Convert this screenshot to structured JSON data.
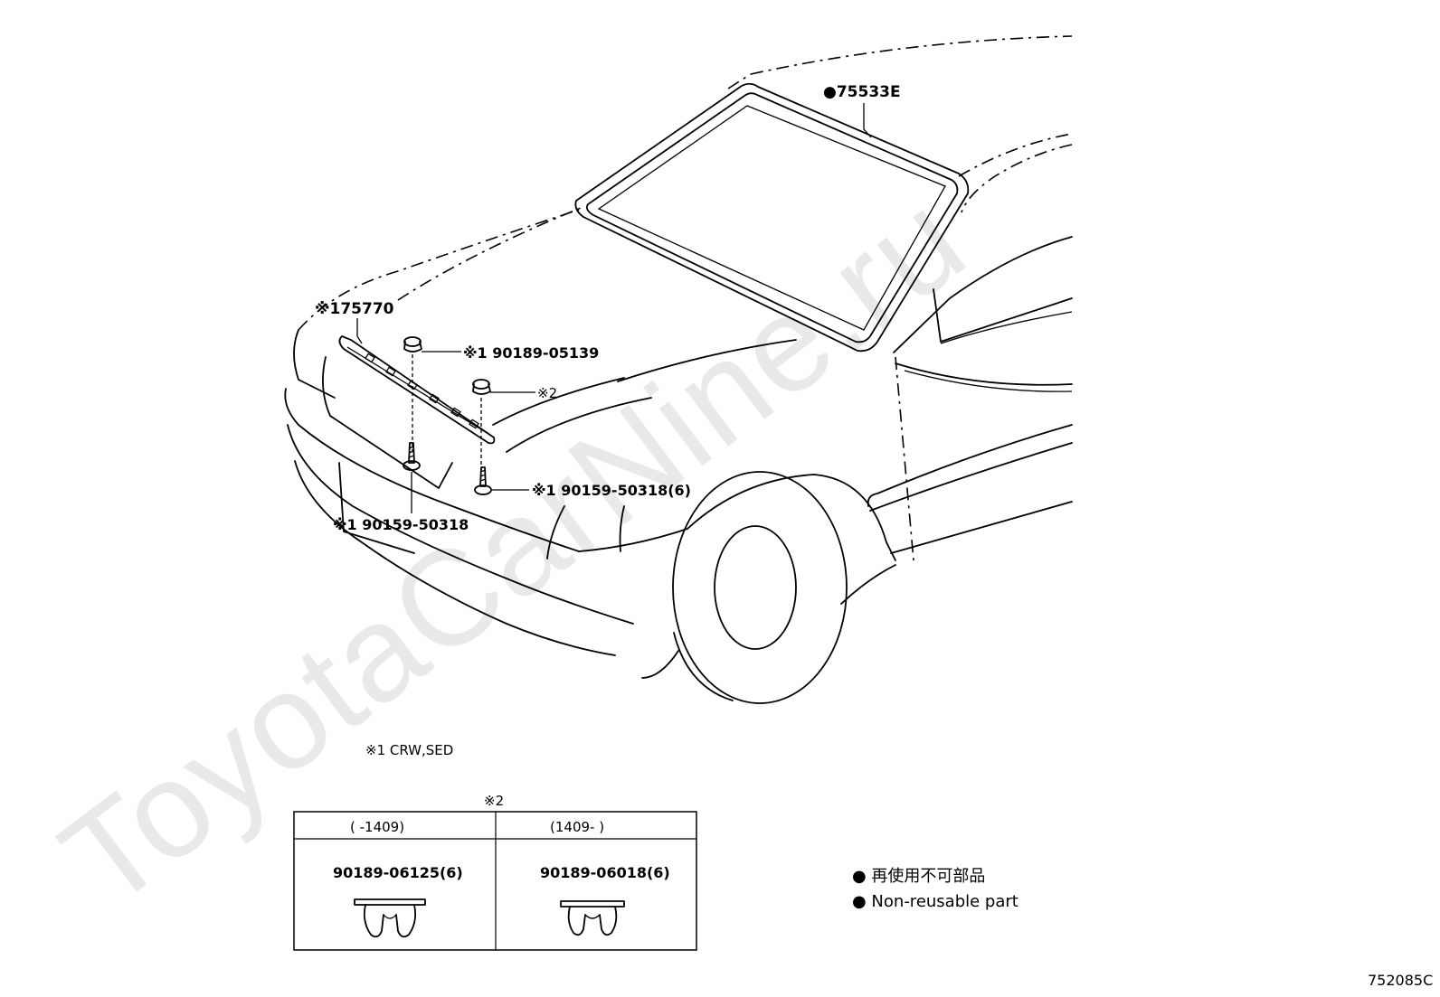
{
  "watermark": "ToyotaCarNine.ru",
  "callouts": {
    "windshield_weatherstrip": "●75533E",
    "cowl_molding": "※175770",
    "clip_upper": "※1 90189-05139",
    "clip_x2": "※2",
    "screw_right": "※1 90159-50318(6)",
    "screw_left": "※1 90159-50318"
  },
  "note": "※1 CRW,SED",
  "table": {
    "marker": "※2",
    "columns": [
      {
        "range": "(       -1409)",
        "part": "90189-06125(6)"
      },
      {
        "range": "(1409-       )",
        "part": "90189-06018(6)"
      }
    ]
  },
  "legend": {
    "line_ja": "● 再使用不可部品",
    "line_en": "● Non-reusable part"
  },
  "diagram_code": "752085C"
}
